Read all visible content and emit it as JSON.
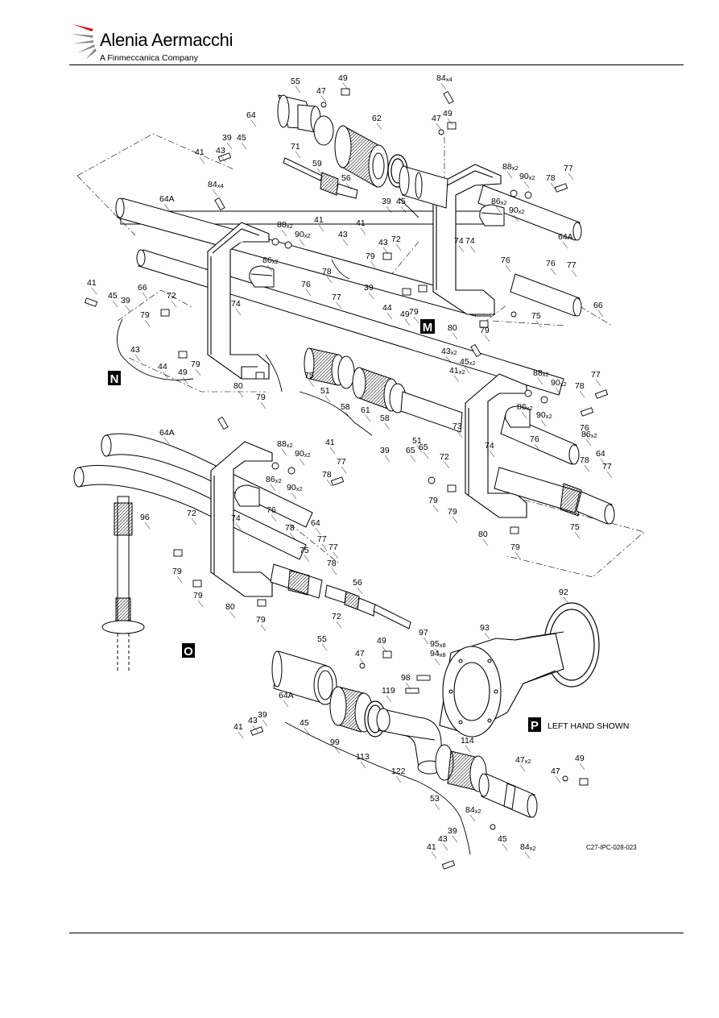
{
  "header": {
    "company_name": "Alenia Aermacchi",
    "company_subtitle": "A Finmeccanica Company"
  },
  "drawing": {
    "view_letters": [
      {
        "id": "N",
        "char": "N"
      },
      {
        "id": "M",
        "char": "M"
      },
      {
        "id": "O",
        "char": "O"
      },
      {
        "id": "P",
        "char": "P"
      }
    ],
    "note": "LEFT HAND SHOWN",
    "figure_code": "C27-IPC-028-023",
    "callouts": [
      {
        "t": "55"
      },
      {
        "t": "47"
      },
      {
        "t": "49"
      },
      {
        "t": "64"
      },
      {
        "t": "62"
      },
      {
        "t": "59"
      },
      {
        "t": "71"
      },
      {
        "t": "39"
      },
      {
        "t": "43"
      },
      {
        "t": "45"
      },
      {
        "t": "41"
      },
      {
        "t": "56"
      },
      {
        "t": "84",
        "s": "x4"
      },
      {
        "t": "64A"
      },
      {
        "t": "88",
        "s": "x2"
      },
      {
        "t": "90",
        "s": "x2"
      },
      {
        "t": "86",
        "s": "x2"
      },
      {
        "t": "78"
      },
      {
        "t": "77"
      },
      {
        "t": "72"
      },
      {
        "t": "74"
      },
      {
        "t": "76"
      },
      {
        "t": "79"
      },
      {
        "t": "66"
      },
      {
        "t": "44"
      },
      {
        "t": "80"
      },
      {
        "t": "75"
      },
      {
        "t": "58"
      },
      {
        "t": "51"
      },
      {
        "t": "61"
      },
      {
        "t": "65"
      },
      {
        "t": "73"
      },
      {
        "t": "96"
      },
      {
        "t": "97"
      },
      {
        "t": "92"
      },
      {
        "t": "93"
      },
      {
        "t": "95",
        "s": "x8"
      },
      {
        "t": "94",
        "s": "x8"
      },
      {
        "t": "98"
      },
      {
        "t": "119"
      },
      {
        "t": "114"
      },
      {
        "t": "99"
      },
      {
        "t": "113"
      },
      {
        "t": "122"
      },
      {
        "t": "53"
      },
      {
        "t": "84",
        "s": "x2"
      },
      {
        "t": "47",
        "s": "x2"
      },
      {
        "t": "49",
        "s": "x2"
      },
      {
        "t": "43",
        "s": "x2"
      },
      {
        "t": "41",
        "s": "x2"
      },
      {
        "t": "45",
        "s": "x2"
      }
    ]
  }
}
